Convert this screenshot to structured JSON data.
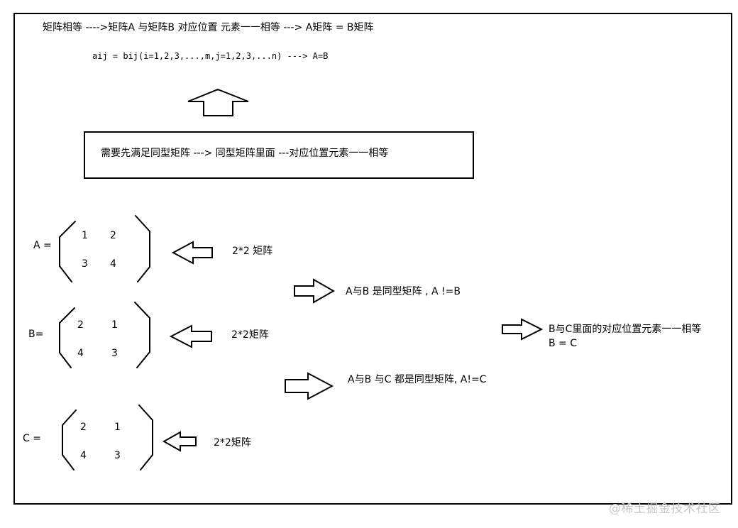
{
  "header": {
    "line1": "矩阵相等 ---->矩阵A 与矩阵B 对应位置 元素一一相等  ---> A矩阵 = B矩阵",
    "line2": "aij = bij(i=1,2,3,...,m,j=1,2,3,...n)  ---> A=B"
  },
  "condition_box": {
    "text": "需要先满足同型矩阵  ---> 同型矩阵里面 ---对应位置元素一一相等"
  },
  "matrices": [
    {
      "name_label": "A =",
      "cells": [
        "1",
        "2",
        "3",
        "4"
      ],
      "note": "2*2 矩阵"
    },
    {
      "name_label": "B=",
      "cells": [
        "2",
        "1",
        "4",
        "3"
      ],
      "note": "2*2矩阵"
    },
    {
      "name_label": "C =",
      "cells": [
        "2",
        "1",
        "4",
        "3"
      ],
      "note": "2*2矩阵"
    }
  ],
  "comparisons": {
    "a_b": "A与B 是同型矩阵 , A !=B",
    "a_b_c": "A与B 与C 都是同型矩阵, A!=C",
    "b_c_line1": "B与C里面的对应位置元素一一相等",
    "b_c_line2": "B = C"
  },
  "watermark": "@稀土掘金技术社区"
}
